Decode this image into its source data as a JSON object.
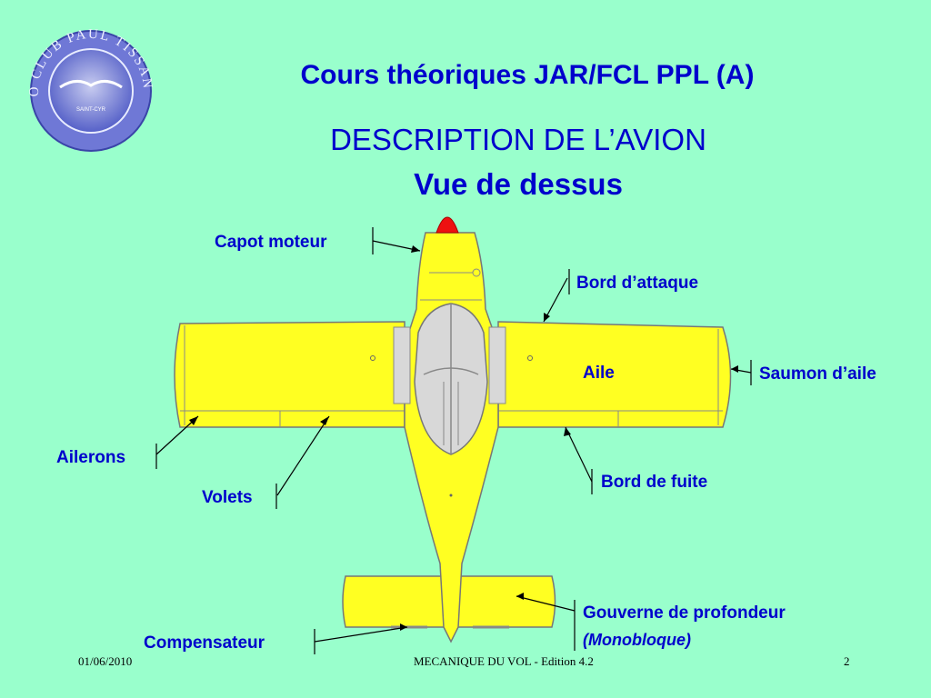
{
  "header": {
    "logo_ring_text": "AERO CLUB PAUL TISSANDIER",
    "logo_center_text": "SAINT-CYR",
    "course_title": "Cours théoriques JAR/FCL PPL (A)",
    "section_title": "DESCRIPTION DE L’AVION",
    "view_title": "Vue de dessus"
  },
  "diagram": {
    "labels": {
      "capot_moteur": "Capot moteur",
      "bord_attaque": "Bord d’attaque",
      "aile": "Aile",
      "saumon_aile": "Saumon d’aile",
      "ailerons": "Ailerons",
      "volets": "Volets",
      "bord_fuite": "Bord de fuite",
      "gouverne_profondeur": "Gouverne de profondeur",
      "monobloque": "(Monobloque)",
      "compensateur": "Compensateur"
    },
    "colors": {
      "airframe": "#ffff22",
      "canopy": "#d8d8d8",
      "spinner": "#ee1111",
      "label_text": "#0000cc",
      "background": "#99ffcc"
    }
  },
  "footer": {
    "date": "01/06/2010",
    "course": "MECANIQUE DU VOL - Edition 4.2",
    "page": "2"
  }
}
